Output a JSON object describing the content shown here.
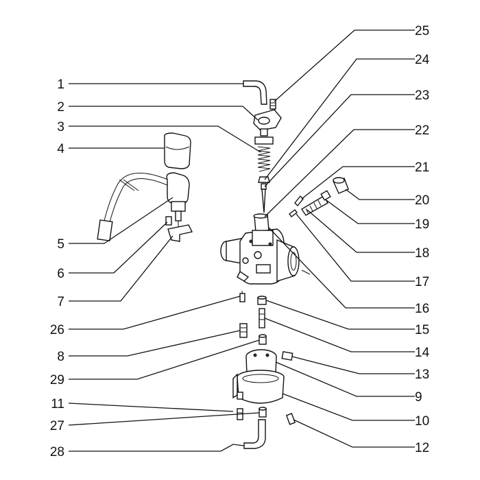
{
  "callouts": [
    {
      "id": "1",
      "label": "1"
    },
    {
      "id": "2",
      "label": "2"
    },
    {
      "id": "3",
      "label": "3"
    },
    {
      "id": "4",
      "label": "4"
    },
    {
      "id": "5",
      "label": "5"
    },
    {
      "id": "6",
      "label": "6"
    },
    {
      "id": "7",
      "label": "7"
    },
    {
      "id": "26",
      "label": "26"
    },
    {
      "id": "8",
      "label": "8"
    },
    {
      "id": "29",
      "label": "29"
    },
    {
      "id": "11",
      "label": "11"
    },
    {
      "id": "27",
      "label": "27"
    },
    {
      "id": "28",
      "label": "28"
    },
    {
      "id": "25",
      "label": "25"
    },
    {
      "id": "24",
      "label": "24"
    },
    {
      "id": "23",
      "label": "23"
    },
    {
      "id": "22",
      "label": "22"
    },
    {
      "id": "21",
      "label": "21"
    },
    {
      "id": "20",
      "label": "20"
    },
    {
      "id": "19",
      "label": "19"
    },
    {
      "id": "18",
      "label": "18"
    },
    {
      "id": "17",
      "label": "17"
    },
    {
      "id": "16",
      "label": "16"
    },
    {
      "id": "15",
      "label": "15"
    },
    {
      "id": "14",
      "label": "14"
    },
    {
      "id": "13",
      "label": "13"
    },
    {
      "id": "9",
      "label": "9"
    },
    {
      "id": "10",
      "label": "10"
    },
    {
      "id": "12",
      "label": "12"
    }
  ]
}
